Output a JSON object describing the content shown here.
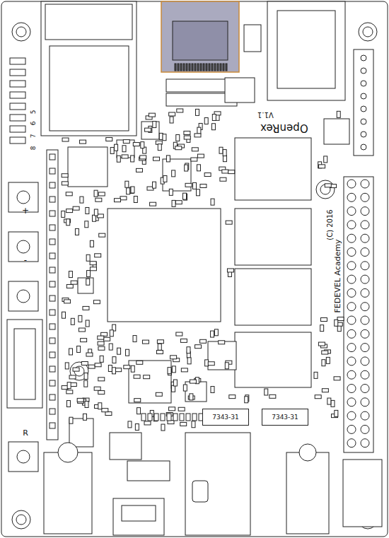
{
  "diagram": {
    "nodes": [
      {
        "text": [
          "7343-31"
        ]
      },
      {
        "text": [
          "7343-31"
        ]
      }
    ],
    "labels": [
      "OpenRex",
      "V1.1",
      "(C) 2016",
      "FEDEVEL Academy",
      "5",
      "6",
      "7",
      "8",
      "+",
      "-",
      "R"
    ]
  }
}
